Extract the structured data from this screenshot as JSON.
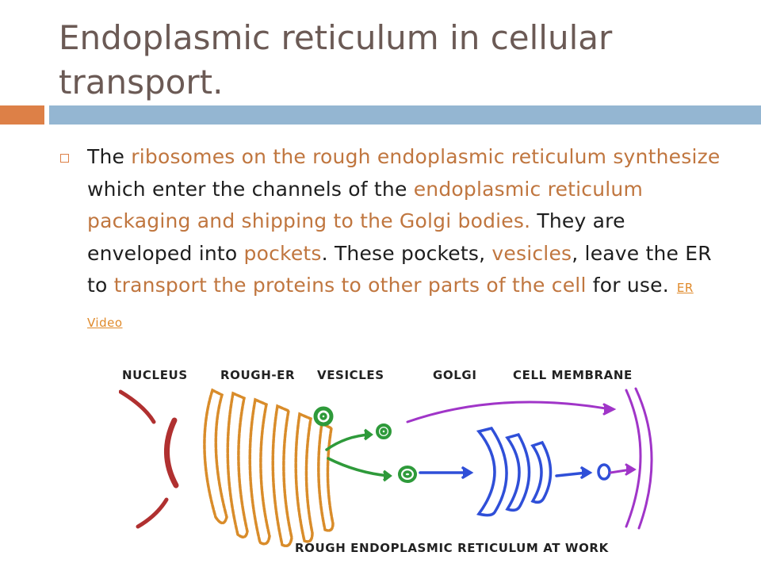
{
  "slide": {
    "title": "Endoplasmic reticulum in cellular transport."
  },
  "body": {
    "segments": [
      {
        "text": "The ",
        "highlight": false
      },
      {
        "text": "ribosomes on the rough endoplasmic reticulum synthesize",
        "highlight": true
      },
      {
        "text": " which enter the channels of the ",
        "highlight": false
      },
      {
        "text": "endoplasmic reticulum packaging and shipping to the Golgi bodies.",
        "highlight": true
      },
      {
        "text": " They are enveloped into ",
        "highlight": false
      },
      {
        "text": "pockets",
        "highlight": true
      },
      {
        "text": ". These pockets, ",
        "highlight": false
      },
      {
        "text": "vesicles",
        "highlight": true
      },
      {
        "text": ", leave the ER to ",
        "highlight": false
      },
      {
        "text": "transport the proteins to other parts of the cell",
        "highlight": true
      },
      {
        "text": " for use.",
        "highlight": false
      }
    ],
    "link_label": "ER Video"
  },
  "figure": {
    "labels": {
      "nucleus": "NUCLEUS",
      "rough_er": "ROUGH-ER",
      "vesicles": "VESICLES",
      "golgi": "GOLGI",
      "cell_membrane": "CELL MEMBRANE"
    },
    "caption": "ROUGH ENDOPLASMIC RETICULUM AT WORK"
  },
  "colors": {
    "title": "#6b5a55",
    "accent_orange": "#dd8047",
    "accent_blue": "#94b6d2",
    "highlight_text": "#c0763f",
    "nucleus": "#b03030",
    "rough_er": "#d98c2a",
    "vesicles": "#2e9a3a",
    "golgi": "#2f4fd8",
    "membrane": "#a035c8"
  }
}
